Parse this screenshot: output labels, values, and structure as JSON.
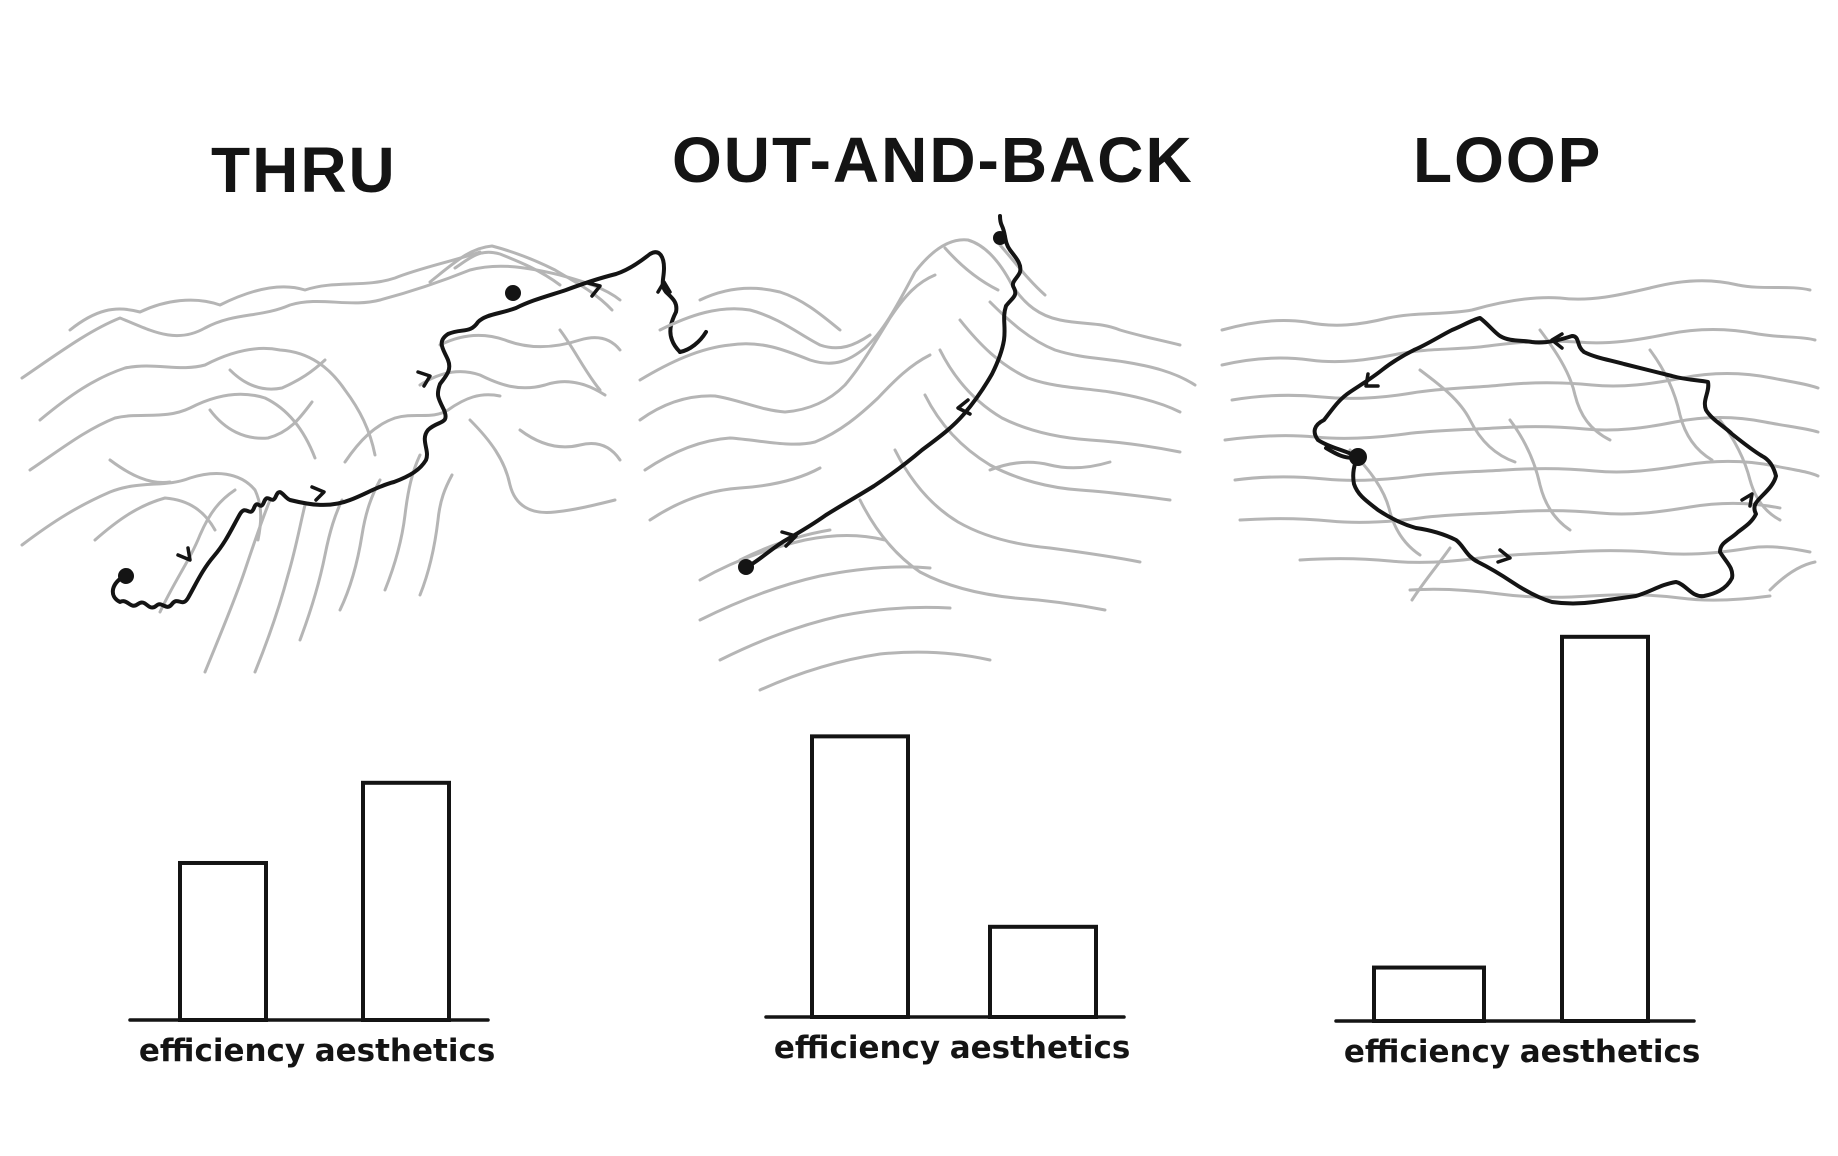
{
  "panels": [
    {
      "title": "THRU"
    },
    {
      "title": "OUT-AND-BACK"
    },
    {
      "title": "LOOP"
    }
  ],
  "chart_data": [
    {
      "type": "bar",
      "title": "THRU",
      "categories": [
        "efficiency",
        "aesthetics"
      ],
      "values": [
        4.7,
        7.1
      ],
      "ylim": [
        0,
        12
      ],
      "grid": false,
      "axes_visible": false
    },
    {
      "type": "bar",
      "title": "OUT-AND-BACK",
      "categories": [
        "efficiency",
        "aesthetics"
      ],
      "values": [
        8.4,
        2.7
      ],
      "ylim": [
        0,
        12
      ],
      "grid": false,
      "axes_visible": false
    },
    {
      "type": "bar",
      "title": "LOOP",
      "categories": [
        "efficiency",
        "aesthetics"
      ],
      "values": [
        1.6,
        11.5
      ],
      "ylim": [
        0,
        12
      ],
      "grid": false,
      "axes_visible": false
    }
  ],
  "colors": {
    "ink": "#141414",
    "terrain": "#b5b5b5",
    "background": "#ffffff"
  }
}
